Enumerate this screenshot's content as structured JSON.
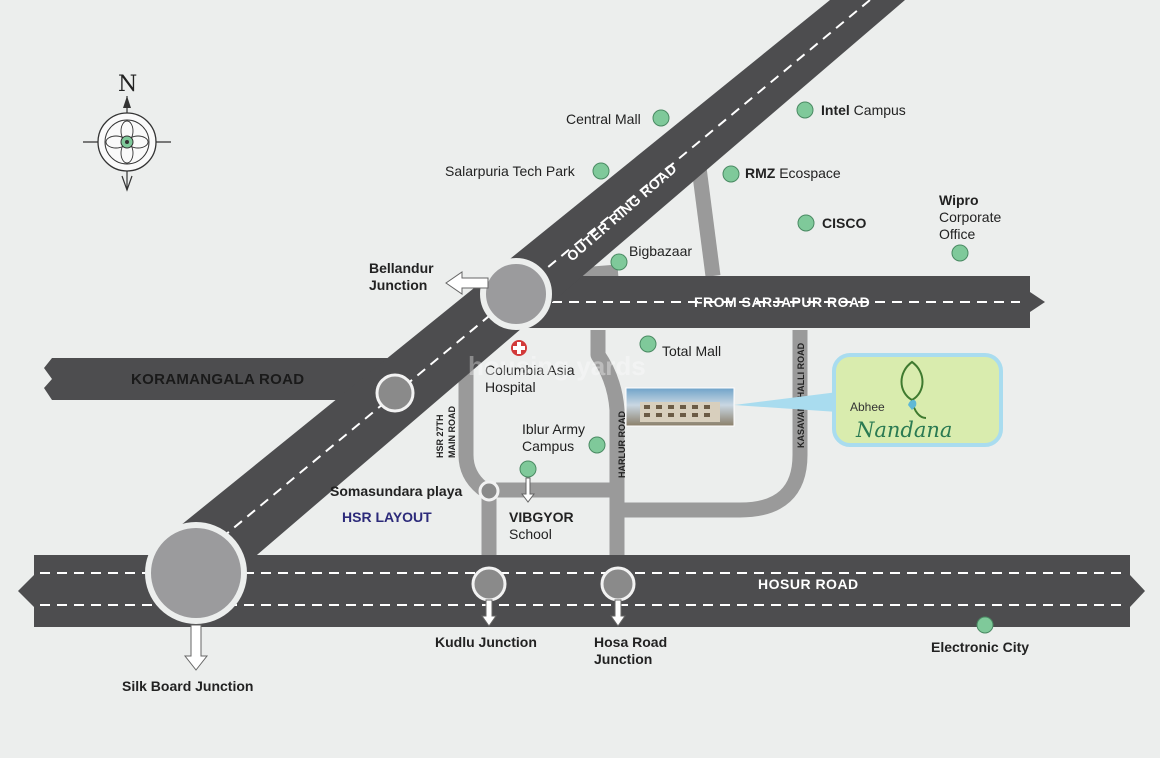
{
  "compass": {
    "letter": "N"
  },
  "roads": {
    "outer_ring": "OUTER RING ROAD",
    "sarjapur": "FROM SARJAPUR ROAD",
    "koramangala": "KORAMANGALA ROAD",
    "hosur": "HOSUR ROAD",
    "hsr_27th_line1": "HSR 27TH",
    "hsr_27th_line2": "MAIN ROAD",
    "harlur": "HARLUR ROAD",
    "kasavanahalli": "KASAVANAHALLI ROAD"
  },
  "junctions": {
    "bellandur_line1": "Bellandur",
    "bellandur_line2": "Junction",
    "silk_board": "Silk Board Junction",
    "kudlu": "Kudlu Junction",
    "hosa_line1": "Hosa Road",
    "hosa_line2": "Junction",
    "somasundara": "Somasundara playa"
  },
  "places": {
    "central_mall": "Central Mall",
    "intel_bold": "Intel",
    "intel_rest": "Campus",
    "salarpuria": "Salarpuria Tech Park",
    "rmz_bold": "RMZ",
    "rmz_rest": "Ecospace",
    "cisco": "CISCO",
    "wipro_line1": "Wipro",
    "wipro_line2": "Corporate",
    "wipro_line3": "Office",
    "bigbazaar": "Bigbazaar",
    "total_mall": "Total Mall",
    "columbia_line1": "Columbia Asia",
    "columbia_line2": "Hospital",
    "iblur_line1": "Iblur Army",
    "iblur_line2": "Campus",
    "hsr_layout": "HSR LAYOUT",
    "vibgyor_line1": "VIBGYOR",
    "vibgyor_line2": "School",
    "electronic_city": "Electronic City"
  },
  "project": {
    "brand": "Abhee",
    "name": "Nandana"
  },
  "watermark": "housing yards",
  "colors": {
    "road": "#4d4d4f",
    "poi": "#7fc99a",
    "callout": "#d9ecae",
    "callout_border": "#a9dcef",
    "hsr_layout": "#2c2a7a"
  }
}
